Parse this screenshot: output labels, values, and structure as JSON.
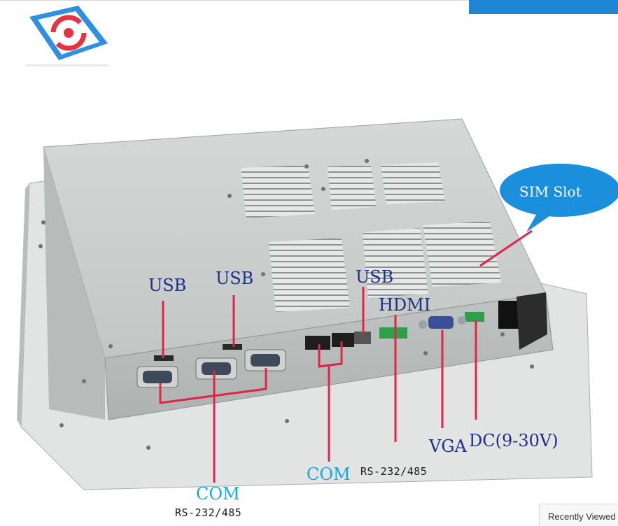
{
  "labels": {
    "sim_slot": "SIM Slot",
    "usb_1": "USB",
    "usb_2": "USB",
    "usb_3": "USB",
    "hdmi": "HDMI",
    "com_left": "COM",
    "rs_left": "RS-232/485",
    "com_mid": "COM",
    "rs_mid": "RS-232/485",
    "vga": "VGA",
    "dc": "DC(9-30V)"
  },
  "recently_viewed": "Recently Viewed",
  "colors": {
    "callout_line": "#e0244a",
    "label_navy": "#1d2f86",
    "label_cyan": "#1aa6d8",
    "bubble": "#1c8fdc",
    "top_bar": "#1f86d6"
  }
}
